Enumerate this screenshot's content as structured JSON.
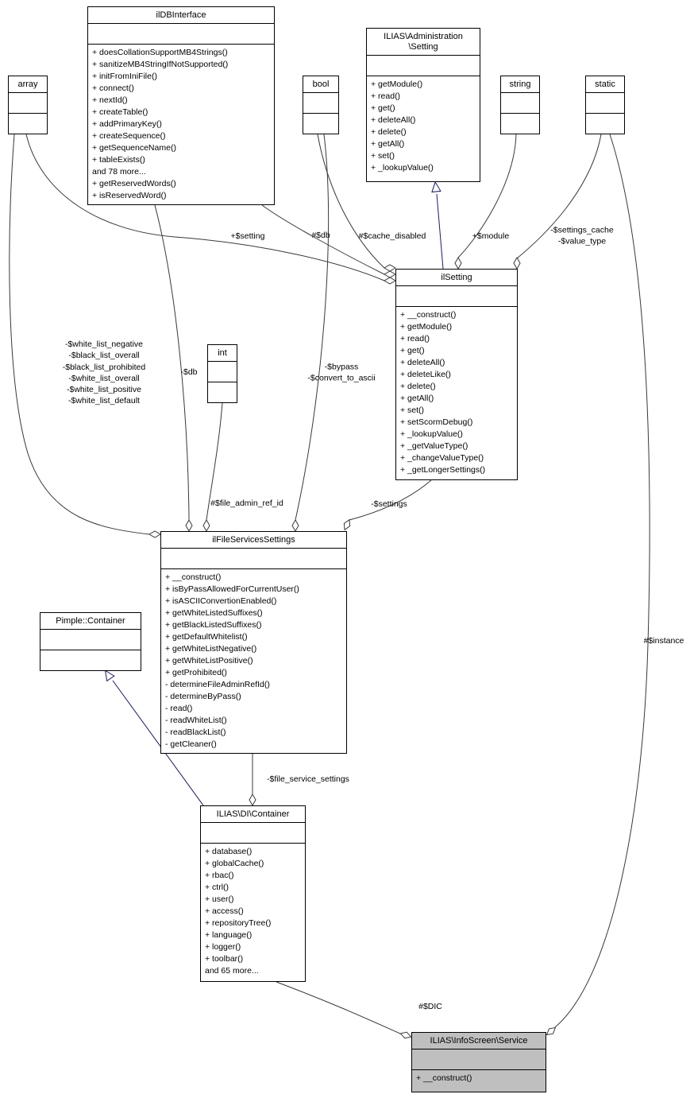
{
  "colors": {
    "canvas_bg": "#ffffff",
    "box_bg": "#ffffff",
    "selected_box_bg": "#bfbfbf",
    "box_border": "#000000",
    "edge": "#383838",
    "inheritance_edge": "#191970",
    "label_text": "#000000"
  },
  "diagram": {
    "type": "uml-collaboration-diagram",
    "classes": {
      "ildbinterface": {
        "title": "ilDBInterface",
        "methods": [
          "+ doesCollationSupportMB4Strings()",
          "+ sanitizeMB4StringIfNotSupported()",
          "+ initFromIniFile()",
          "+ connect()",
          "+ nextId()",
          "+ createTable()",
          "+ addPrimaryKey()",
          "+ createSequence()",
          "+ getSequenceName()",
          "+ tableExists()",
          "and 78 more...",
          "+ getReservedWords()",
          "+ isReservedWord()"
        ]
      },
      "array": {
        "title": "array"
      },
      "bool": {
        "title": "bool"
      },
      "admin_setting": {
        "title": "ILIAS\\Administration\n\\Setting",
        "methods": [
          "+ getModule()",
          "+ read()",
          "+ get()",
          "+ deleteAll()",
          "+ delete()",
          "+ getAll()",
          "+ set()",
          "+ _lookupValue()"
        ]
      },
      "string": {
        "title": "string"
      },
      "static": {
        "title": "static"
      },
      "ilsetting": {
        "title": "ilSetting",
        "methods": [
          "+ __construct()",
          "+ getModule()",
          "+ read()",
          "+ get()",
          "+ deleteAll()",
          "+ deleteLike()",
          "+ delete()",
          "+ getAll()",
          "+ set()",
          "+ setScormDebug()",
          "+ _lookupValue()",
          "+ _getValueType()",
          "+ _changeValueType()",
          "+ _getLongerSettings()"
        ]
      },
      "int": {
        "title": "int"
      },
      "ilfileservicessettings": {
        "title": "ilFileServicesSettings",
        "methods": [
          "+ __construct()",
          "+ isByPassAllowedForCurrentUser()",
          "+ isASCIIConvertionEnabled()",
          "+ getWhiteListedSuffixes()",
          "+ getBlackListedSuffixes()",
          "+ getDefaultWhitelist()",
          "+ getWhiteListNegative()",
          "+ getWhiteListPositive()",
          "+ getProhibited()",
          "- determineFileAdminRefId()",
          "- determineByPass()",
          "- read()",
          "- readWhiteList()",
          "- readBlackList()",
          "- getCleaner()"
        ]
      },
      "pimple_container": {
        "title": "Pimple::Container"
      },
      "di_container": {
        "title": "ILIAS\\DI\\Container",
        "methods": [
          "+ database()",
          "+ globalCache()",
          "+ rbac()",
          "+ ctrl()",
          "+ user()",
          "+ access()",
          "+ repositoryTree()",
          "+ language()",
          "+ logger()",
          "+ toolbar()",
          "and 65 more..."
        ]
      },
      "infoscreen_service": {
        "title": "ILIAS\\InfoScreen\\Service",
        "methods": [
          "+ __construct()"
        ]
      }
    },
    "edge_labels": {
      "setting": "+$setting",
      "db_to_ilsetting": "#$db",
      "cache_disabled": "#$cache_disabled",
      "module": "+$module",
      "settings_cache": [
        "-$settings_cache",
        "-$value_type"
      ],
      "white_black_lists": [
        "-$white_list_negative",
        "-$black_list_overall",
        "-$black_list_prohibited",
        "-$white_list_overall",
        "-$white_list_positive",
        "-$white_list_default"
      ],
      "db_to_fileservices": "-$db",
      "bypass": [
        "-$bypass",
        "-$convert_to_ascii"
      ],
      "file_admin_ref_id": "#$file_admin_ref_id",
      "settings": "-$settings",
      "file_service_settings": "-$file_service_settings",
      "dic": "#$DIC",
      "instance": "#$instance"
    }
  }
}
